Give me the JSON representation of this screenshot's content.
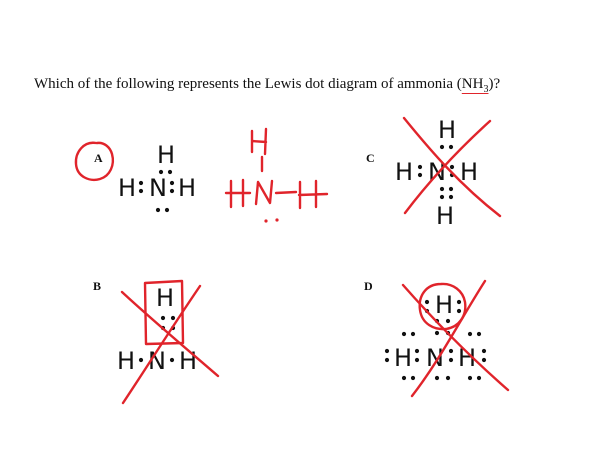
{
  "question": {
    "prefix": "Which of the following represents the Lewis dot diagram of ammonia (",
    "formula": "NH",
    "subscript": "3",
    "suffix": ")?"
  },
  "options": [
    {
      "letter": "A",
      "atoms": {
        "top": "H",
        "left": "H",
        "center": "N",
        "right": "H"
      }
    },
    {
      "letter": "B",
      "atoms": {
        "top": "H",
        "left": "H",
        "center": "N",
        "right": "H"
      }
    },
    {
      "letter": "C",
      "atoms": {
        "top": "H",
        "left": "H",
        "center": "N",
        "right": "H",
        "bottom": "H"
      }
    },
    {
      "letter": "D",
      "atoms": {
        "top": "H",
        "left": "H",
        "center": "N",
        "right": "H"
      }
    }
  ],
  "colors": {
    "ink": "#e0242b",
    "text": "#111111"
  }
}
